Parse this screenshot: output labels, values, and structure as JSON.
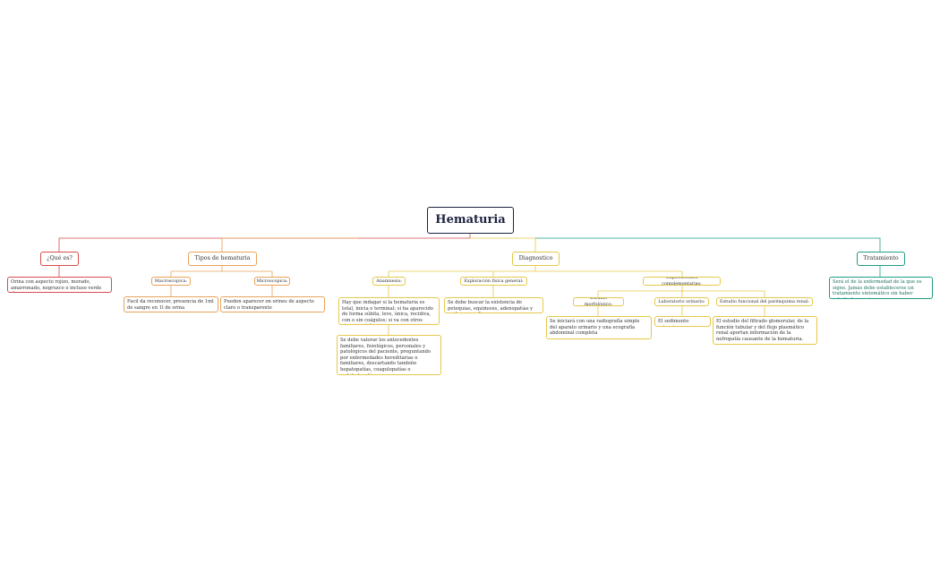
{
  "center": {
    "label": "Hematuria"
  },
  "colors": {
    "red": "#d94b4b",
    "orange": "#e8a25a",
    "yellow": "#e6c84a",
    "green": "#1f9c86",
    "center": "#1c2340"
  },
  "que_es": {
    "label": "¿Qué es?",
    "text": "Orina con aspecto rojizo, morado, amarronado, negruzco o incluso verde claro"
  },
  "tipos": {
    "label": "Tipos de hematuria",
    "macro": {
      "label": "Macroscopica:",
      "text": "Facil da reconocer, presencia de 1ml de sangre en 1l de orina"
    },
    "micro": {
      "label": "Microscopica:",
      "text": "Pueden aparecer en orines de aspecto claro o transparente"
    }
  },
  "diagnostico": {
    "label": "Diagnostico",
    "anamnesis": {
      "label": "Anamnesis:",
      "text1": "Hay que indagar si la hematuria es total, inicia o terminal; si ha aparecido de forma súbita, leve, única, recidiva, con o sin coágulos; si va con otros signos o síntomas",
      "text2": "Se debe valorar los antecedentes familiares, fisiológicos, personales y patológicos del paciente, preguntando por enfermedades hereditarias o familiares, descartando también hepatopatías, coagulopatías o metabolopatías"
    },
    "exploracion": {
      "label": "Exploración física general:",
      "text": "Se debe buscar la existencia de petequias, equimosis, adenopatías y esplenomegalia"
    },
    "complementarias": {
      "label": "Exploraciones complementarias:",
      "morfologico": {
        "label": "Estudio morfológico:",
        "text": "Se iniciará con una radiografía simple del aparato urinario y una ecografía abdominal completa"
      },
      "laboratorio": {
        "label": "Laboratorio urinario:",
        "text": "El sedimento urinario"
      },
      "funcional": {
        "label": "Estudio funcional del parénquima renal:",
        "text": "El estudio del filtrado glomerular, de la función tubular y del flujo plasmático renal aportan información de la nefropatía causante de la hematuria."
      }
    }
  },
  "tratamiento": {
    "label": "Tratamiento",
    "text": "Será el de la enfermedad de la que es signo. Jamás debe establecerse un tratamiento sintomático sin haber estudiado su origen."
  }
}
